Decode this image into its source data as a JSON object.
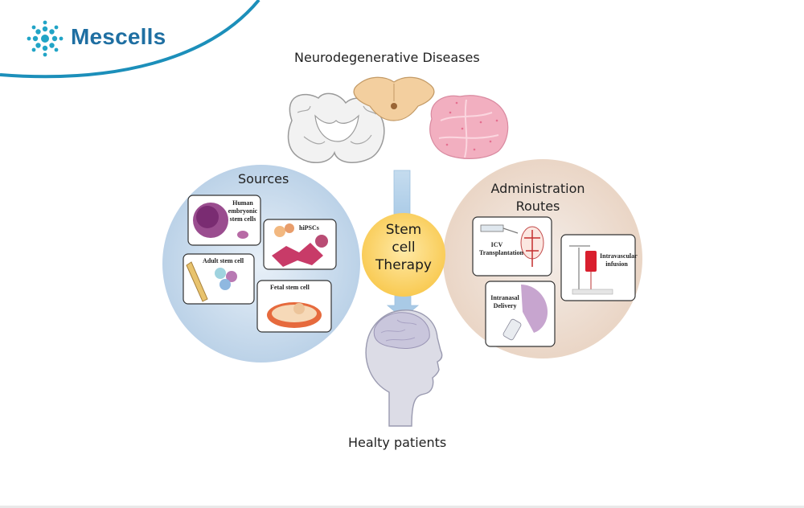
{
  "brand": {
    "name": "Mescells",
    "color": "#1f6fa2",
    "icon": "cell-cluster-logo-icon"
  },
  "title_top": "Neurodegenerative Diseases",
  "title_bottom": "Healty patients",
  "center": {
    "line1": "Stem",
    "line2": "cell",
    "line3": "Therapy",
    "color": "#fbd46b"
  },
  "sources": {
    "title": "Sources",
    "items": [
      {
        "label": "Human embryonic stem cells",
        "icon": "embryo-cell-icon"
      },
      {
        "label": "hiPSCs",
        "icon": "ipsc-cells-icon"
      },
      {
        "label": "Adult stem cell",
        "icon": "bone-marrow-icon"
      },
      {
        "label": "Fetal stem cell",
        "icon": "fetus-icon"
      }
    ]
  },
  "routes": {
    "title_line1": "Administration",
    "title_line2": "Routes",
    "items": [
      {
        "label": "ICV Transplantation",
        "icon": "syringe-brain-icon"
      },
      {
        "label": "Intravascular infusion",
        "icon": "iv-bag-icon"
      },
      {
        "label": "Intranasal Delivery",
        "icon": "nasal-spray-icon"
      }
    ]
  }
}
